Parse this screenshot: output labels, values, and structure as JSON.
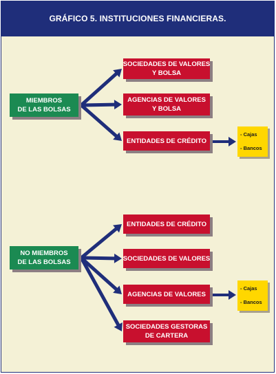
{
  "title": "GRÁFICO 5. INSTITUCIONES FINANCIERAS.",
  "groups": [
    {
      "label": [
        "MIEMBROS",
        "DE LAS BOLSAS"
      ],
      "targets": [
        [
          "SOCIEDADES DE VALORES",
          "Y BOLSA"
        ],
        [
          "AGENCIAS DE VALORES",
          "Y BOLSA"
        ],
        [
          "ENTIDADES DE CRÉDITO"
        ]
      ],
      "sub": [
        "- Cajas",
        "- Bancos"
      ]
    },
    {
      "label": [
        "NO MIEMBROS",
        "DE LAS BOLSAS"
      ],
      "targets": [
        [
          "ENTIDADES DE CRÉDITO"
        ],
        [
          "SOCIEDADES DE VALORES"
        ],
        [
          "AGENCIAS DE VALORES"
        ],
        [
          "SOCIEDADES GESTORAS",
          "DE CARTERA"
        ]
      ],
      "sub": [
        "- Cajas",
        "- Bancos"
      ]
    }
  ],
  "colors": {
    "header": "#1f2e7a",
    "background": "#f4f1d6",
    "source_box": "#1b8a52",
    "target_box": "#c8102e",
    "sub_box": "#ffd700",
    "arrow": "#1f2e7a"
  }
}
